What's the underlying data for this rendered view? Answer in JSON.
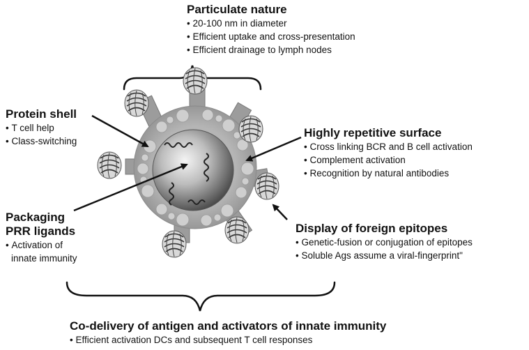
{
  "top": {
    "title": "Particulate nature",
    "bullets": [
      "20-100 nm in diameter",
      "Efficient uptake and cross-presentation",
      "Efficient drainage to lymph nodes"
    ]
  },
  "protein_shell": {
    "title": "Protein shell",
    "bullets": [
      "T cell help",
      "Class-switching"
    ]
  },
  "repetitive": {
    "title": "Highly repetitive surface",
    "bullets": [
      "Cross linking BCR and B cell activation",
      "Complement activation",
      "Recognition by natural antibodies"
    ]
  },
  "packaging": {
    "title_line1": "Packaging",
    "title_line2": "PRR ligands",
    "bullet": "Activation of",
    "bullet_cont": "innate immunity"
  },
  "epitopes": {
    "title": "Display of foreign epitopes",
    "bullets": [
      "Genetic-fusion or conjugation of epitopes",
      "Soluble Ags assume a viral-fingerprint\""
    ]
  },
  "bottom": {
    "title": "Co-delivery of antigen and activators of innate immunity",
    "bullets": [
      "Efficient activation DCs and subsequent T cell responses"
    ]
  }
}
